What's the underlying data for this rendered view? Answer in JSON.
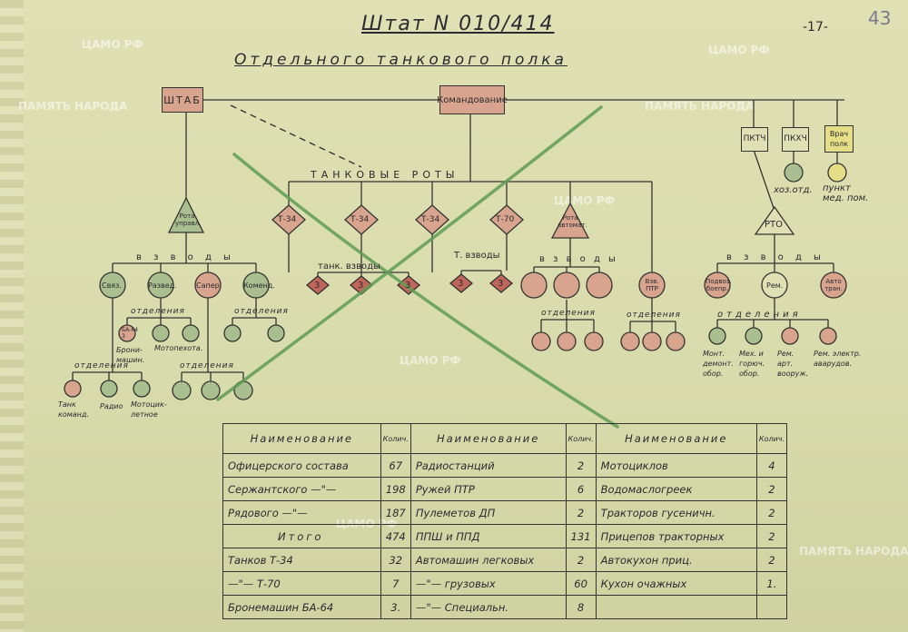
{
  "header": {
    "title": "Штат N 010/414",
    "subtitle": "Отдельного танкового полка",
    "page_number": "-17-",
    "archive_number": "43"
  },
  "watermarks": [
    "ЦАМО РФ",
    "ПАМЯТЬ НАРОДА"
  ],
  "chart": {
    "hq": "ШТАБ",
    "command": "Командование",
    "pktch": "ПКТЧ",
    "pkhch": "ПКХЧ",
    "med": "Врач полк",
    "khoz": "хоз.отд.",
    "med_point": "пункт мед. пом.",
    "tank_companies": "ТАНКОВЫЕ РОТЫ",
    "company_hq": "Рота управл.",
    "company_auto": "Рота автомат.",
    "rto": "РТО",
    "t34": "Т-34",
    "t70": "Т-70",
    "platoons": "в з в о д ы",
    "tank_platoons": "танк. взводы",
    "t_platoons": "Т. взводы",
    "three": "3",
    "pl_sviaz": "Связ.",
    "pl_razved": "Развед.",
    "pl_saper": "Сапер",
    "pl_komend": "Коменд.",
    "sections": "отделения",
    "ba64": "БА-64 3",
    "armored_car": "Брони- машин.",
    "motorized_inf": "Мотопехота.",
    "tank_command": "Танк команд.",
    "radio": "Радио",
    "motorcycle": "Мотоцик- летное",
    "aa_platoon": "Взв. ПТР",
    "support_platoon": "Подвоз. боепр.",
    "repair_platoon": "Рем.",
    "auto_platoon": "Авто тран.",
    "sec_mount": "Монт. демонт. обор.",
    "sec_mech": "Мех. и горюч. обор.",
    "sec_rem_arm": "Рем. арт. вооруж.",
    "sec_rem_elec": "Рем. электр. аварудов."
  },
  "table": {
    "headers": [
      "Наименование",
      "Колич.",
      "Наименование",
      "Колич.",
      "Наименование",
      "Колич."
    ],
    "rows": [
      [
        "Офицерского состава",
        "67",
        "Радиостанций",
        "2",
        "Мотоциклов",
        "4"
      ],
      [
        "Сержантского —\"—",
        "198",
        "Ружей ПТР",
        "6",
        "Водомаслогреек",
        "2"
      ],
      [
        "Рядового —\"—",
        "187",
        "Пулеметов ДП",
        "2",
        "Тракторов гусеничн.",
        "2"
      ],
      [
        "Итого",
        "474",
        "ППШ и ППД",
        "131",
        "Прицепов тракторных",
        "2"
      ],
      [
        "Танков Т-34",
        "32",
        "Автомашин легковых",
        "2",
        "Автокухон приц.",
        "2"
      ],
      [
        "—\"— Т-70",
        "7",
        "—\"— грузовых",
        "60",
        "Кухон очажных",
        "1."
      ],
      [
        "Бронемашин БА-64",
        "3.",
        "—\"— Специальн.",
        "8",
        "",
        ""
      ]
    ]
  },
  "colors": {
    "paper": "#dcdfb0",
    "red_fill": "#d9a48e",
    "green_fill": "#a9bf8f",
    "yellow_fill": "#e5de86",
    "cross_line": "#5f9c55"
  }
}
